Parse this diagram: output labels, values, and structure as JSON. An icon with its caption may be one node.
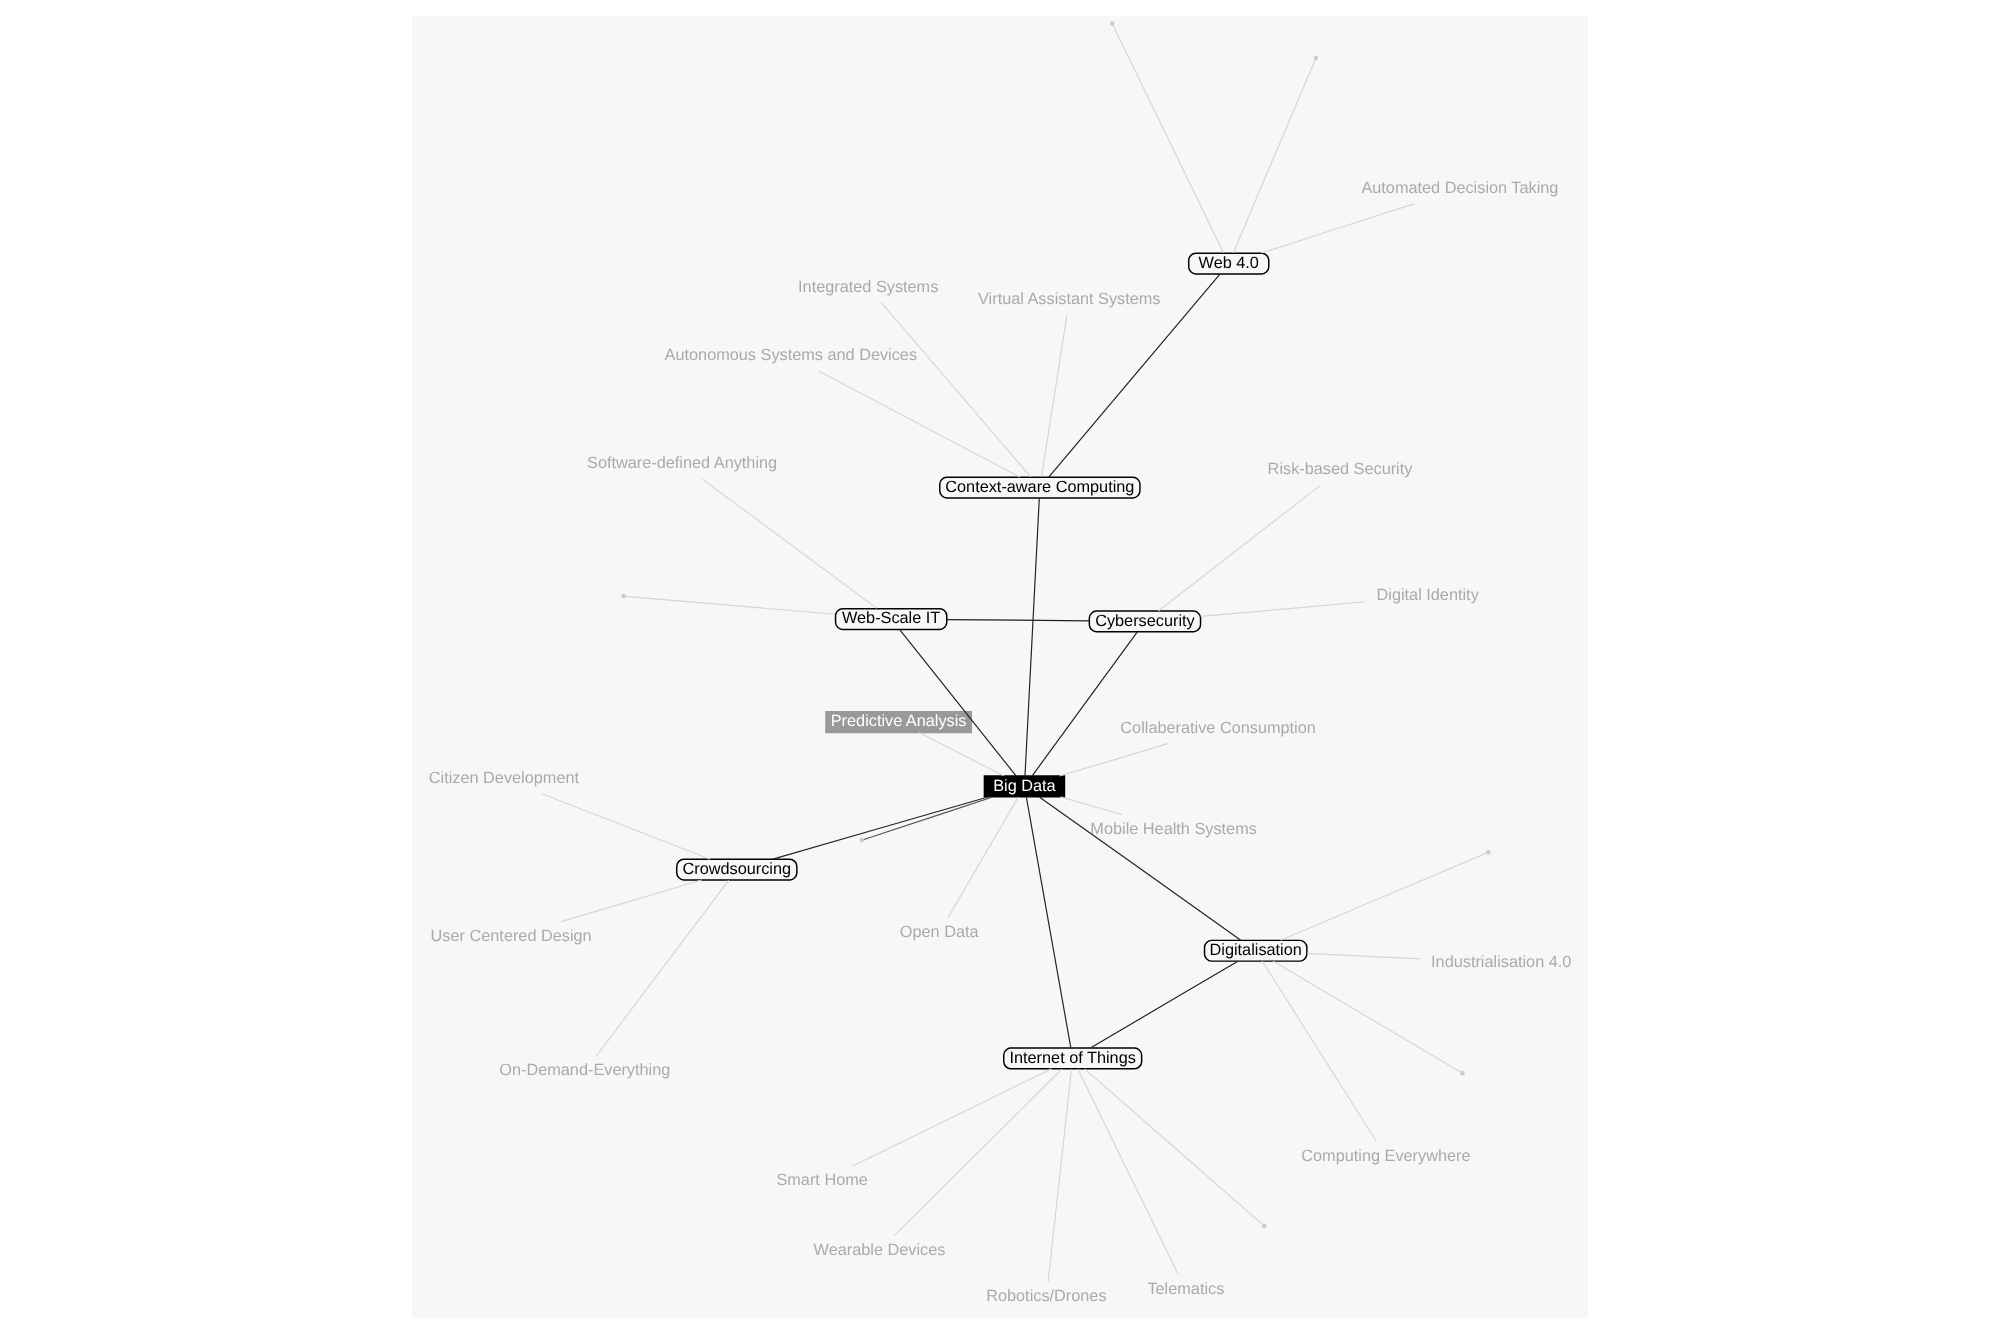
{
  "diagram": {
    "nodes": [
      {
        "text": [
          "Computing Everywhere"
        ]
      },
      {
        "text": [
          "Industrialisation 4.0"
        ]
      },
      {
        "text": [
          "Digitalisation"
        ]
      },
      {
        "text": [
          "Predictive Analysis"
        ]
      },
      {
        "text": [
          "Telematics"
        ]
      },
      {
        "text": [
          "Smart Home"
        ]
      },
      {
        "text": [
          "Wearable Devices"
        ]
      },
      {
        "text": [
          "Internet of Things"
        ]
      },
      {
        "text": [
          "Robotics/Drones"
        ]
      },
      {
        "text": [
          "Open Data"
        ]
      },
      {
        "text": [
          "Big Data"
        ]
      },
      {
        "text": [
          "Crowdsourcing"
        ]
      },
      {
        "text": [
          "Citizen Development"
        ]
      },
      {
        "text": [
          "Collaberative Consumption"
        ]
      },
      {
        "text": [
          "User Centered Design"
        ]
      },
      {
        "text": [
          "Mobile Health Systems"
        ]
      },
      {
        "text": [
          "Cybersecurity"
        ]
      },
      {
        "text": [
          "Context-aware Computing"
        ]
      },
      {
        "text": [
          "On-Demand-Everything"
        ]
      },
      {
        "text": [
          "Virtual Assistant Systems"
        ]
      },
      {
        "text": [
          "Web-Scale IT"
        ]
      },
      {
        "text": [
          "Integrated Systems"
        ]
      },
      {
        "text": [
          "Digital Identity"
        ]
      },
      {
        "text": [
          "Web 4.0"
        ]
      },
      {
        "text": [
          "Risk-based Security"
        ]
      },
      {
        "text": [
          "Autonomous Systems and Devices"
        ]
      },
      {
        "text": [
          "Automated Decision Taking"
        ]
      },
      {
        "text": [
          "Software-defined Anything"
        ]
      }
    ],
    "edges": [
      {
        "from": 10,
        "to": 2,
        "arrow": "none",
        "color": "#222222"
      },
      {
        "from": 2,
        "to": 7,
        "arrow": "none",
        "color": "#222222"
      },
      {
        "from": 10,
        "to": 7,
        "arrow": "none",
        "color": "#222222"
      },
      {
        "from": 10,
        "to": null,
        "arrow": "none",
        "color": "#555555"
      },
      {
        "from": 10,
        "to": 11,
        "arrow": "none",
        "color": "#222222"
      },
      {
        "from": 10,
        "to": 16,
        "arrow": "none",
        "color": "#222222"
      },
      {
        "from": 10,
        "to": 20,
        "arrow": "none",
        "color": "#222222"
      },
      {
        "from": 10,
        "to": 17,
        "arrow": "none",
        "color": "#222222"
      },
      {
        "from": 17,
        "to": 23,
        "arrow": "none",
        "color": "#222222"
      },
      {
        "from": 16,
        "to": 20,
        "arrow": "none",
        "color": "#222222"
      },
      {
        "from": 2,
        "to": 0,
        "arrow": "none"
      },
      {
        "from": 2,
        "to": 1,
        "arrow": "none"
      },
      {
        "from": 2,
        "to": null,
        "arrow": "none"
      },
      {
        "from": 2,
        "to": null,
        "arrow": "none"
      },
      {
        "from": 7,
        "to": null,
        "arrow": "none"
      },
      {
        "from": 7,
        "to": 4,
        "arrow": "none"
      },
      {
        "from": 7,
        "to": 5,
        "arrow": "none"
      },
      {
        "from": 7,
        "to": 6,
        "arrow": "none"
      },
      {
        "from": 7,
        "to": 8,
        "arrow": "none"
      },
      {
        "from": 10,
        "to": 3,
        "arrow": "none"
      },
      {
        "from": 10,
        "to": 9,
        "arrow": "none"
      },
      {
        "from": 10,
        "to": 13,
        "arrow": "none"
      },
      {
        "from": 10,
        "to": 15,
        "arrow": "none"
      },
      {
        "from": 11,
        "to": 12,
        "arrow": "none"
      },
      {
        "from": 11,
        "to": 14,
        "arrow": "none"
      },
      {
        "from": 11,
        "to": 18,
        "arrow": "none"
      },
      {
        "from": 16,
        "to": 22,
        "arrow": "none"
      },
      {
        "from": 16,
        "to": 24,
        "arrow": "none"
      },
      {
        "from": 20,
        "to": 27,
        "arrow": "none"
      },
      {
        "from": 20,
        "to": null,
        "arrow": "none"
      },
      {
        "from": 17,
        "to": 19,
        "arrow": "none"
      },
      {
        "from": 17,
        "to": 21,
        "arrow": "none"
      },
      {
        "from": 17,
        "to": 25,
        "arrow": "none"
      },
      {
        "from": 23,
        "to": 26,
        "arrow": "none"
      },
      {
        "from": 23,
        "to": null,
        "arrow": "none"
      },
      {
        "from": 23,
        "to": null,
        "arrow": "none"
      }
    ]
  }
}
